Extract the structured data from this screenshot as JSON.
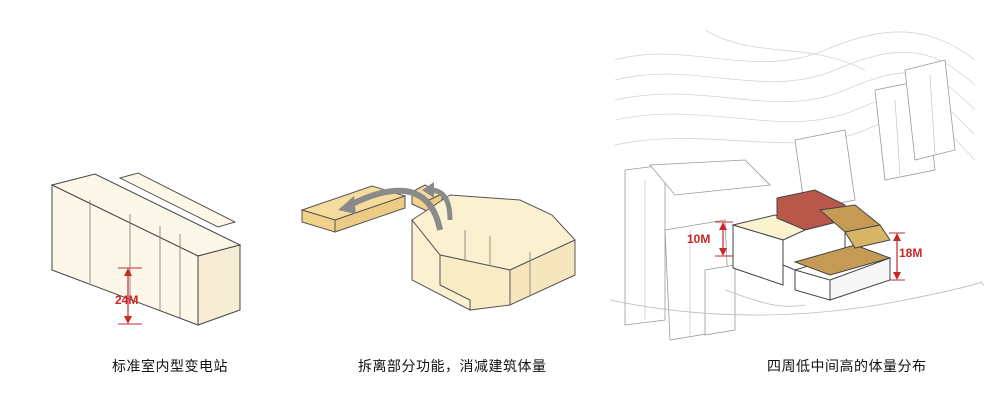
{
  "panels": [
    {
      "caption": "标准室内型变电站",
      "height_label": "24M"
    },
    {
      "caption": "拆离部分功能，消减建筑体量"
    },
    {
      "caption": "四周低中间高的体量分布",
      "left_height_label": "10M",
      "right_height_label": "18M"
    }
  ],
  "colors": {
    "cream_top": "#fdf7ea",
    "cream_side": "#f7ecd4",
    "light_yellow": "#fbf0cf",
    "yellow_block": "#f6dc9c",
    "red_roof": "#b8574a",
    "tan_roof": "#c49a55",
    "dimension": "#c62828"
  }
}
